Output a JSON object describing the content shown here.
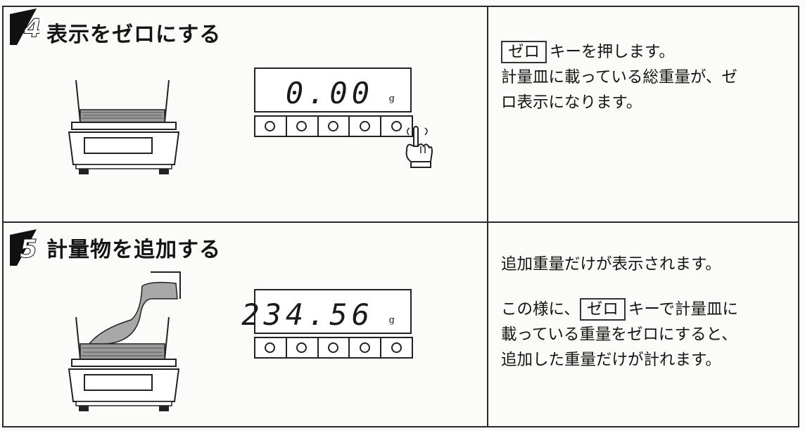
{
  "step4": {
    "number": "4",
    "title": "表示をゼロにする",
    "display": {
      "value": "0.00",
      "unit": "g"
    },
    "desc": {
      "key_label": "ゼロ",
      "line1_suffix": "キーを押します。",
      "line2": "計量皿に載っている総重量が、ゼ",
      "line3": "ロ表示になります。"
    }
  },
  "step5": {
    "number": "5",
    "title": "計量物を追加する",
    "display": {
      "value": "234.56",
      "unit": "g"
    },
    "desc": {
      "line1": "追加重量だけが表示されます。",
      "line2_prefix": "この様に、",
      "key_label": "ゼロ",
      "line2_suffix": "キーで計量皿に",
      "line3": "載っている重量をゼロにすると、",
      "line4": "追加した重量だけが計れます。"
    }
  },
  "icons": {
    "step_badge": "step-number-badge",
    "scale": "scale-icon",
    "hand": "pointing-hand-icon",
    "key": "key-circle-icon"
  }
}
